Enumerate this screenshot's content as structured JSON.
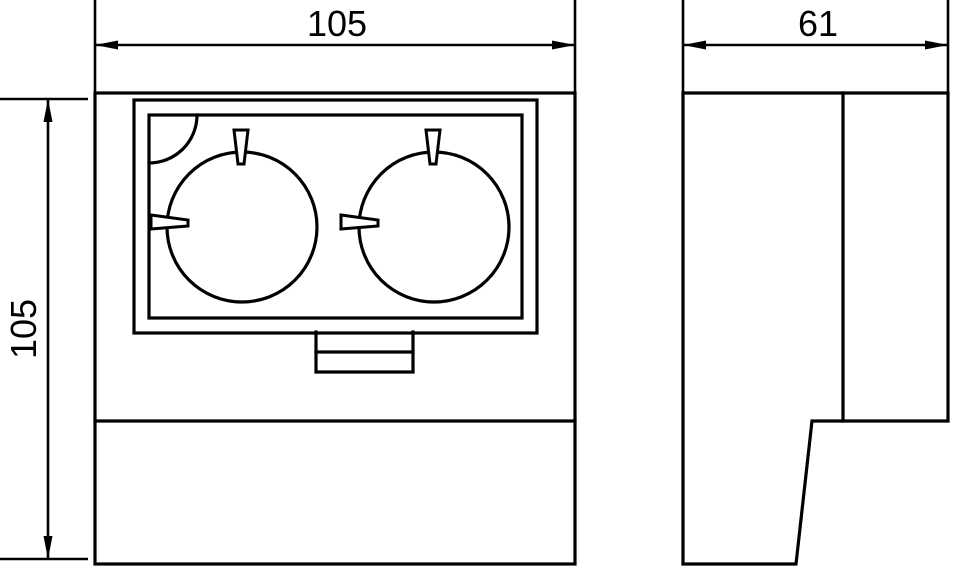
{
  "drawing": {
    "colors": {
      "line": "#000000",
      "background": "#ffffff"
    },
    "dimensions": {
      "front_width": "105",
      "front_height": "105",
      "side_depth": "61"
    }
  }
}
